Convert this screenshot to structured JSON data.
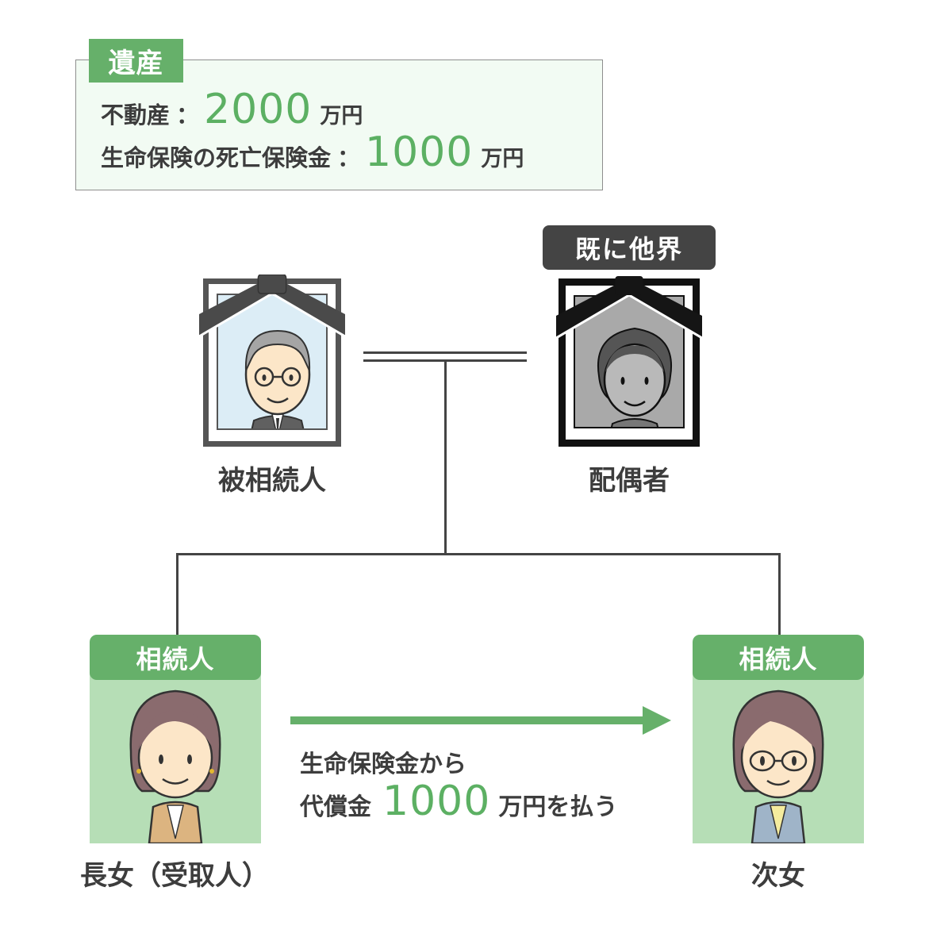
{
  "estate": {
    "tag": "遺産",
    "items": [
      {
        "label": "不動産",
        "colon": "：",
        "amount": "2000",
        "unit": "万円"
      },
      {
        "label": "生命保険の死亡保険金",
        "colon": "：",
        "amount": "1000",
        "unit": "万円"
      }
    ]
  },
  "people": {
    "deceased": {
      "label": "被相続人"
    },
    "spouse": {
      "label": "配偶者",
      "badge": "既に他界"
    },
    "eldest_daughter": {
      "role": "相続人",
      "label": "長女（受取人）"
    },
    "second_daughter": {
      "role": "相続人",
      "label": "次女"
    }
  },
  "transfer": {
    "line1": "生命保険金から",
    "prefix": "代償金",
    "amount": "1000",
    "suffix": "万円を払う"
  },
  "colors": {
    "accent_green": "#66b06a",
    "amount_green": "#5cb063",
    "card_green": "#b6deb6",
    "estate_bg": "#f2fbf3",
    "text_dark": "#3d3d3d",
    "badge_dark": "#444444"
  }
}
